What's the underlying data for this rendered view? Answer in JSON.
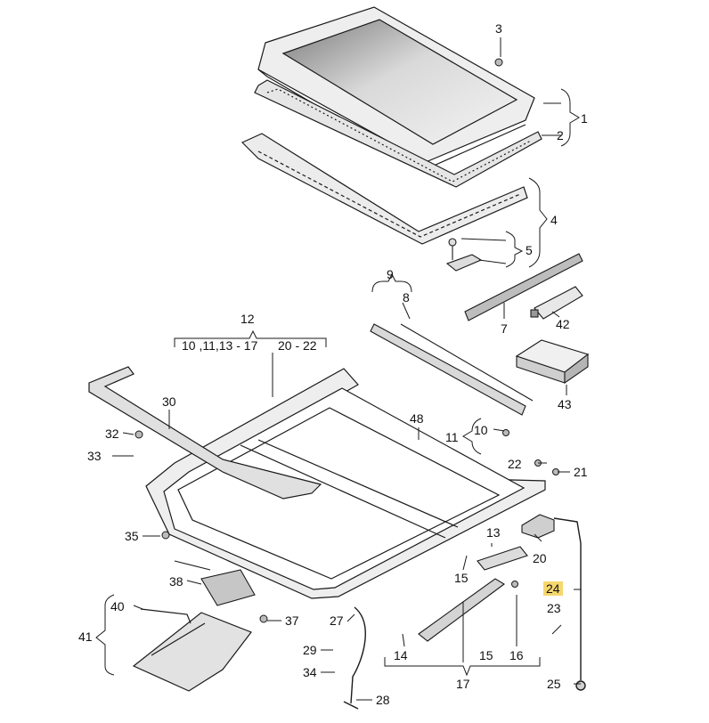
{
  "callouts": {
    "c1": "1",
    "c2": "2",
    "c3": "3",
    "c4": "4",
    "c5": "5",
    "c7": "7",
    "c8": "8",
    "c9": "9",
    "c10": "10",
    "c11": "11",
    "c12": "12",
    "c13": "13",
    "c14": "14",
    "c15a": "15",
    "c15b": "15",
    "c16": "16",
    "c17": "17",
    "c20": "20",
    "c21": "21",
    "c22": "22",
    "c23": "23",
    "c24": "24",
    "c25": "25",
    "c27": "27",
    "c28": "28",
    "c29": "29",
    "c30": "30",
    "c32": "32",
    "c33": "33",
    "c34": "34",
    "c35": "35",
    "c37": "37",
    "c38": "38",
    "c40": "40",
    "c41": "41",
    "c42": "42",
    "c43": "43",
    "c48": "48"
  },
  "group_labels": {
    "g12_left": "10 ,11,13 - 17",
    "g12_right": "20 - 22"
  },
  "highlight": {
    "callout": "24",
    "color": "#f5d76e"
  },
  "colors": {
    "line": "#1a1a1a",
    "part_fill": "#f2f2f2",
    "part_shade": "#cfcfcf",
    "glass": "#d8d8d8"
  }
}
